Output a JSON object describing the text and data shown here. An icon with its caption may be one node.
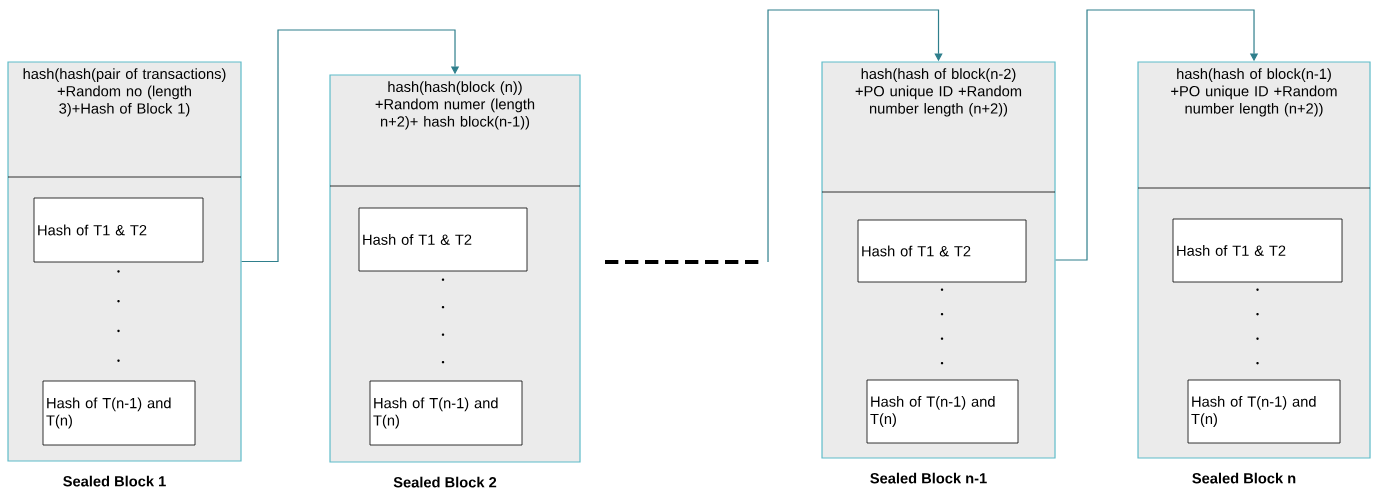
{
  "diagram": {
    "nodes": [
      {
        "text": [
          "hash(hash(pair of transactions) +Random no (length 3)+Hash of Block 1)"
        ],
        "beside": [
          "Sealed Block 1"
        ]
      },
      {
        "text": [
          "Hash of T1 & T2"
        ],
        "in": 0
      },
      {
        "text": [
          "Hash of T(n-1) and T(n)"
        ],
        "in": 0
      },
      {
        "text": [
          "hash(hash(block (n)) +Random numer (length n+2)+ hash block(n-1))"
        ],
        "beside": [
          "Sealed Block 2"
        ]
      },
      {
        "text": [
          "Hash of T1 & T2"
        ],
        "in": 3
      },
      {
        "text": [
          "Hash of T(n-1) and T(n)"
        ],
        "in": 3
      },
      {
        "text": [
          "hash(hash of block(n-2) +PO unique ID +Random number length (n+2))"
        ],
        "beside": [
          "Sealed Block n-1"
        ]
      },
      {
        "text": [
          "Hash of T1 & T2"
        ],
        "in": 6
      },
      {
        "text": [
          "Hash of T(n-1) and T(n)"
        ],
        "in": 6
      },
      {
        "text": [
          "hash(hash of block(n-1) +PO unique ID +Random number length (n+2))"
        ],
        "beside": [
          "Sealed Block n"
        ]
      },
      {
        "text": [
          "Hash of T1 & T2"
        ],
        "in": 9
      },
      {
        "text": [
          "Hash of T(n-1) and T(n)"
        ],
        "in": 9
      }
    ],
    "edges": [
      {
        "from": 0,
        "to": 3,
        "arrow": "to"
      },
      {
        "from": null,
        "to": 6,
        "arrow": "to"
      },
      {
        "from": 6,
        "to": 9,
        "arrow": "to"
      }
    ]
  }
}
